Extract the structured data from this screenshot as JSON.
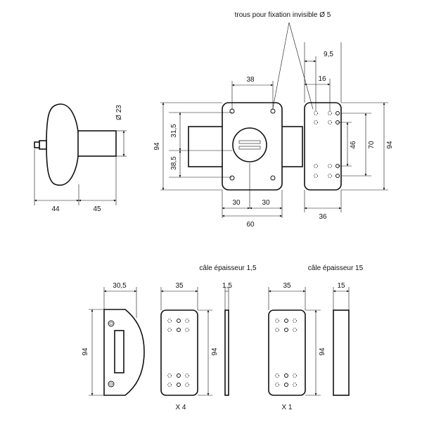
{
  "note_holes": "trous pour fixation invisible Ø 5",
  "side_view": {
    "dim_knob_width": "44",
    "dim_cylinder_length": "45",
    "dim_diameter": "Ø 23"
  },
  "front_view": {
    "dim_holes_spacing": "38",
    "dim_height": "94",
    "dim_upper": "31,5",
    "dim_lower": "38,5",
    "dim_half_left": "30",
    "dim_half_right": "30",
    "dim_total_width": "60"
  },
  "keeper_view": {
    "dim_9_5": "9,5",
    "dim_16": "16",
    "dim_46": "46",
    "dim_70": "70",
    "dim_94": "94",
    "dim_36": "36"
  },
  "bottom": {
    "shim_1_label": "câle épaisseur 1,5",
    "shim_15_label": "câle épaisseur 15",
    "strike": {
      "width": "30,5",
      "height": "94"
    },
    "shim_1": {
      "width": "35",
      "thickness": "1,5",
      "height": "94",
      "quantity": "X 4"
    },
    "shim_15": {
      "width": "35",
      "thickness": "15",
      "height": "94",
      "quantity": "X 1"
    }
  }
}
